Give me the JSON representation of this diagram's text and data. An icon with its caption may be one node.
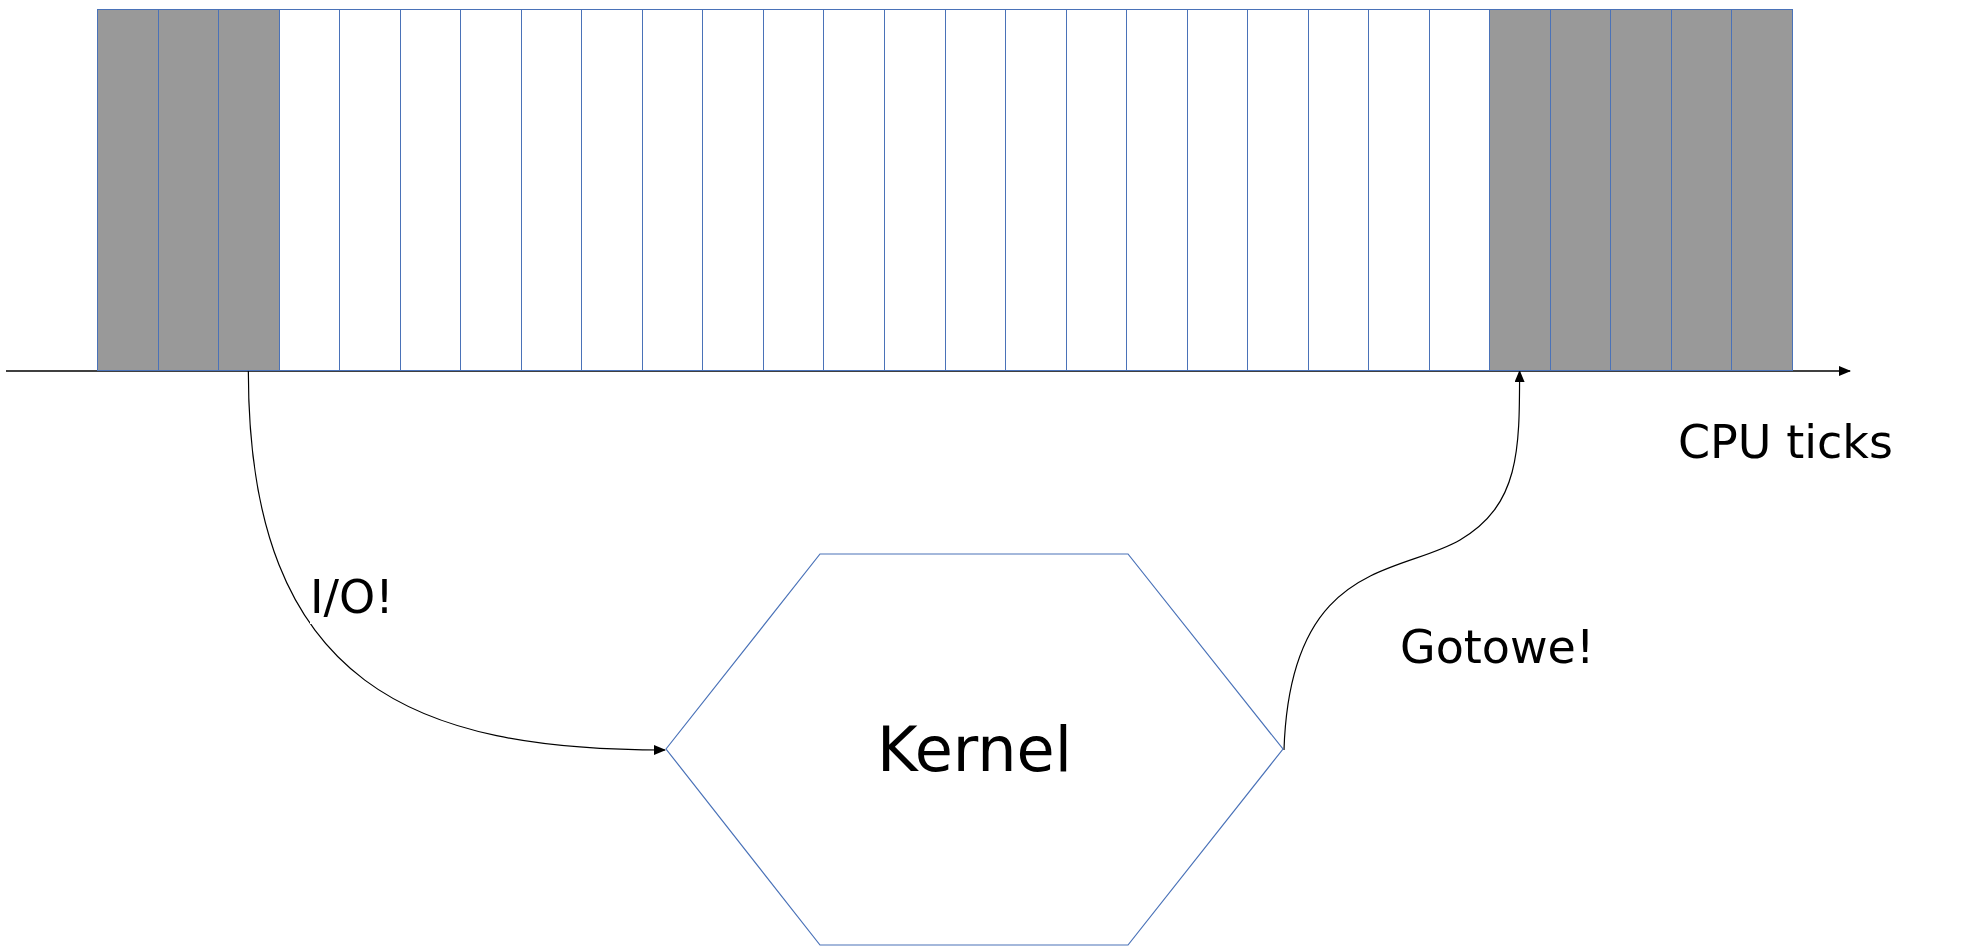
{
  "diagram": {
    "nodes": [
      {
        "text": [],
        "shape": "bar"
      },
      {
        "text": [],
        "shape": "bar"
      },
      {
        "text": [],
        "shape": "bar"
      },
      {
        "text": [],
        "shape": "bar"
      },
      {
        "text": [],
        "shape": "bar"
      },
      {
        "text": [],
        "shape": "bar"
      },
      {
        "text": [],
        "shape": "bar"
      },
      {
        "text": [],
        "shape": "bar"
      },
      {
        "text": [],
        "shape": "bar"
      },
      {
        "text": [],
        "shape": "bar"
      },
      {
        "text": [],
        "shape": "bar"
      },
      {
        "text": [],
        "shape": "bar"
      },
      {
        "text": [],
        "shape": "bar"
      },
      {
        "text": [],
        "shape": "bar"
      },
      {
        "text": [],
        "shape": "bar"
      },
      {
        "text": [],
        "shape": "bar"
      },
      {
        "text": [],
        "shape": "bar"
      },
      {
        "text": [],
        "shape": "bar"
      },
      {
        "text": [],
        "shape": "bar"
      },
      {
        "text": [],
        "shape": "bar"
      },
      {
        "text": [],
        "shape": "bar"
      },
      {
        "text": [],
        "shape": "bar"
      },
      {
        "text": [],
        "shape": "bar"
      },
      {
        "text": [],
        "shape": "bar"
      },
      {
        "text": [],
        "shape": "bar"
      },
      {
        "text": [],
        "shape": "bar"
      },
      {
        "text": [],
        "shape": "bar"
      },
      {
        "text": [],
        "shape": "bar"
      },
      {
        "text": [
          "Kernel"
        ]
      }
    ],
    "edges": [
      {
        "from": 2,
        "to": 28,
        "arrow": "to",
        "label": "I/O!"
      },
      {
        "from": 28,
        "to": 23,
        "arrow": "to",
        "label": "Gotowe!"
      }
    ],
    "labels": [
      "CPU ticks"
    ]
  }
}
